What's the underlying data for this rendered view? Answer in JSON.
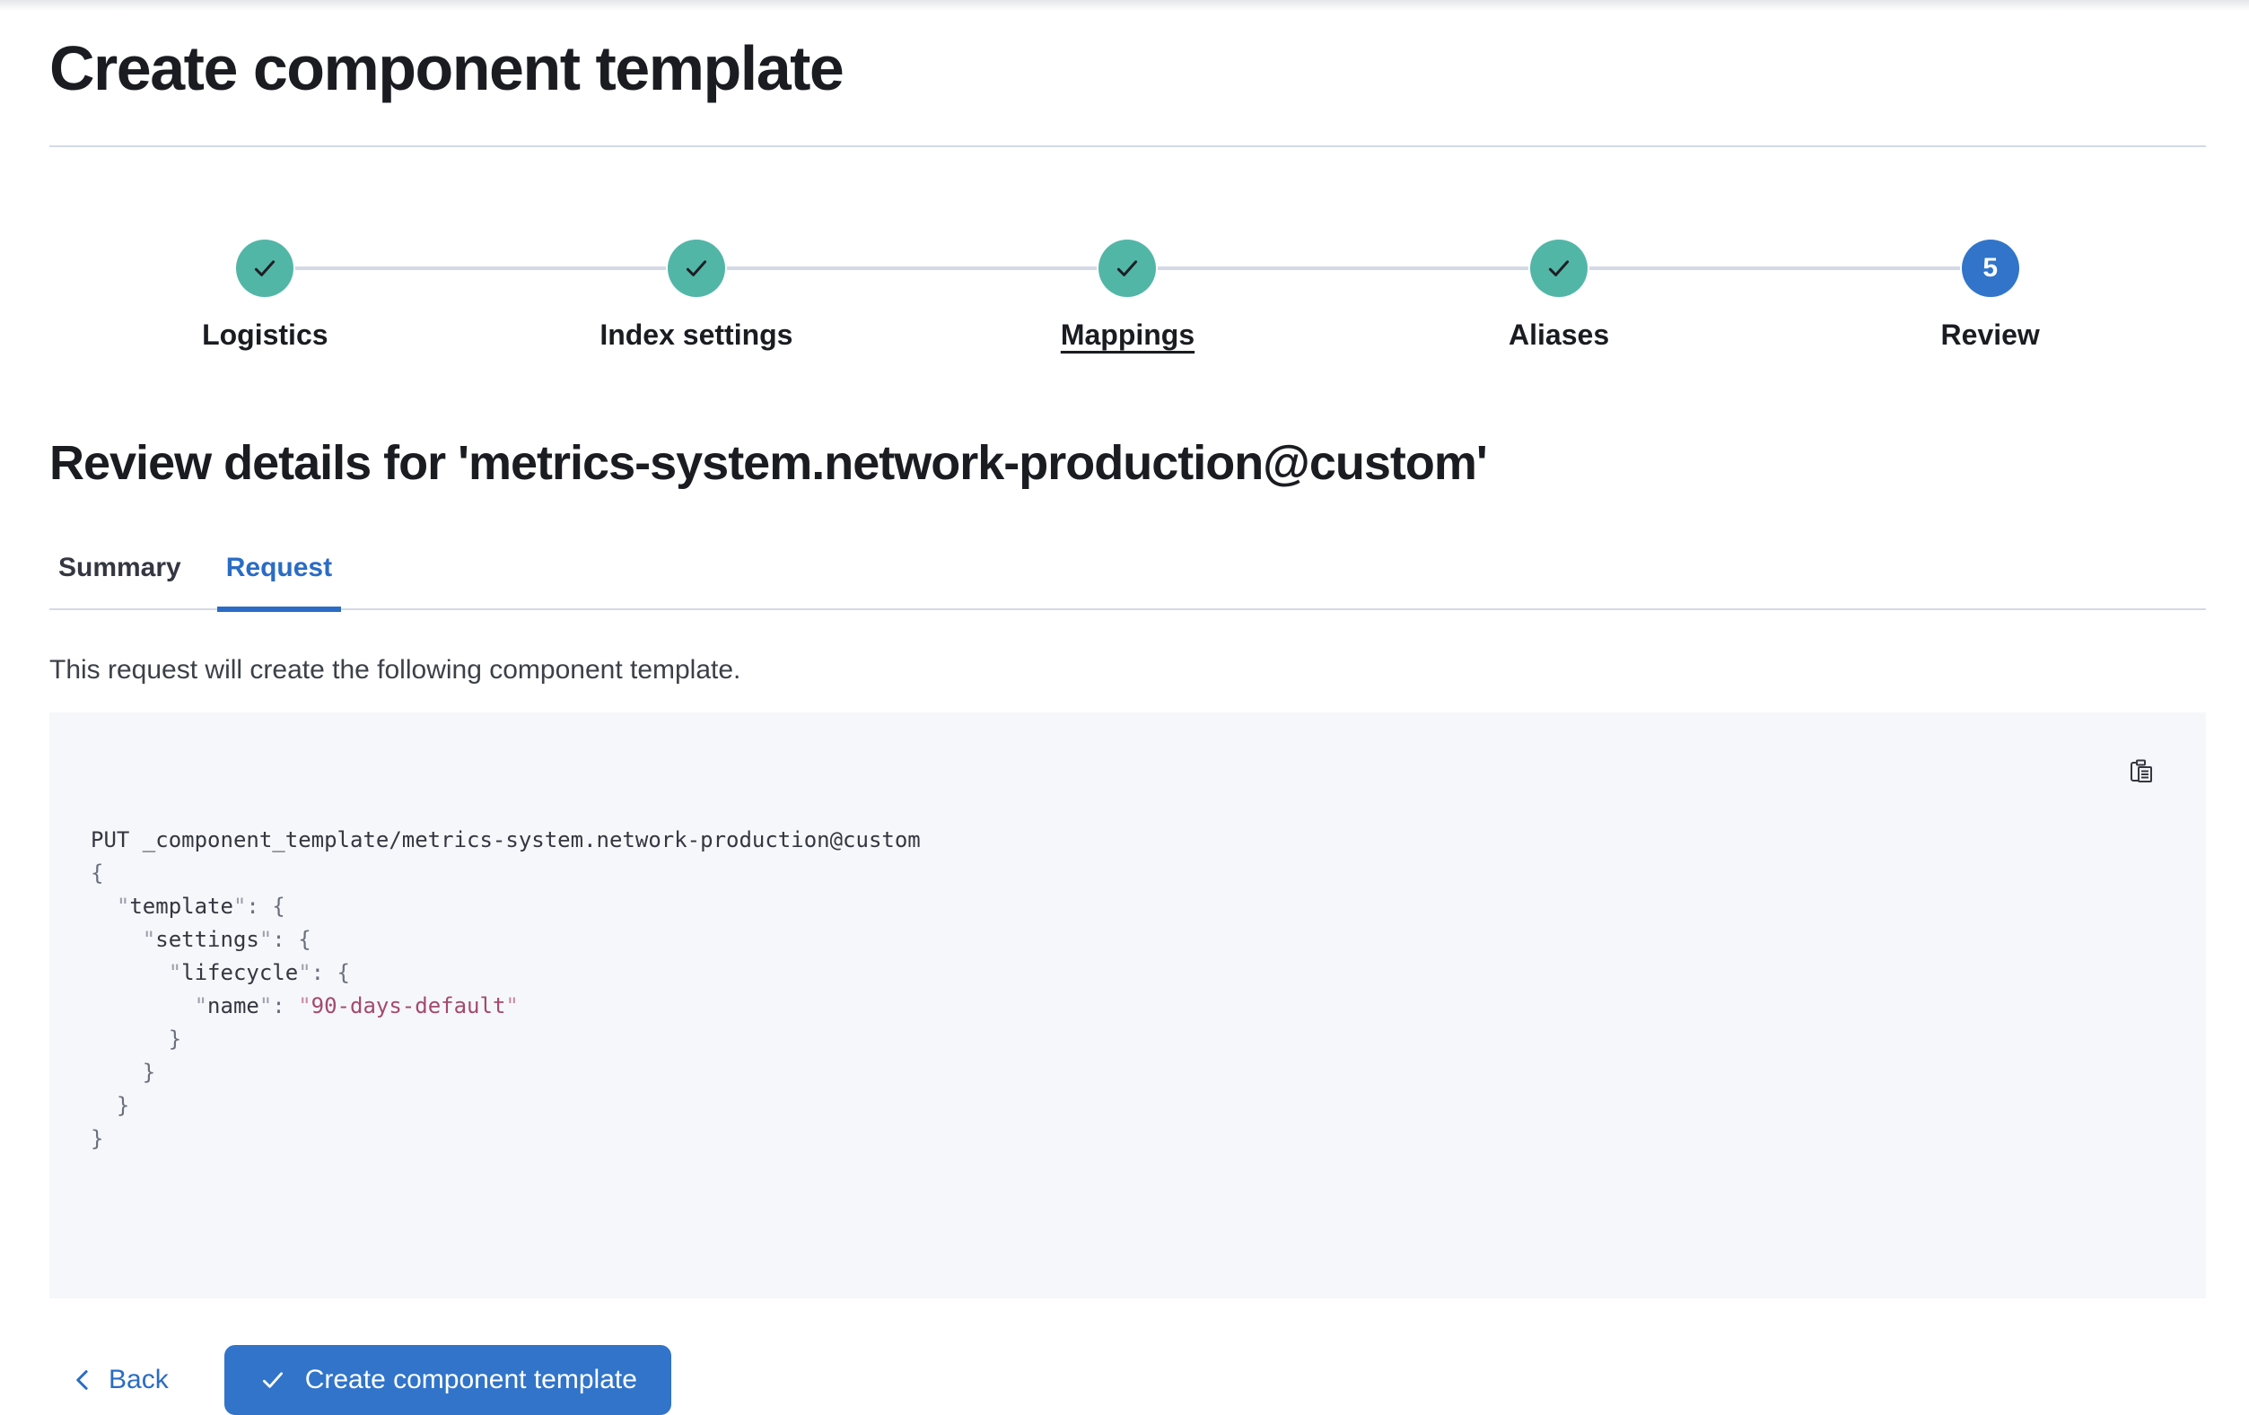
{
  "page": {
    "title": "Create component template"
  },
  "stepper": {
    "steps": [
      {
        "label": "Logistics",
        "status": "complete",
        "icon": "check-icon"
      },
      {
        "label": "Index settings",
        "status": "complete",
        "icon": "check-icon"
      },
      {
        "label": "Mappings",
        "status": "complete",
        "icon": "check-icon",
        "underlined": true
      },
      {
        "label": "Aliases",
        "status": "complete",
        "icon": "check-icon"
      },
      {
        "label": "Review",
        "status": "current",
        "number": "5"
      }
    ]
  },
  "review": {
    "heading": "Review details for 'metrics-system.network-production@custom'",
    "tabs": [
      {
        "label": "Summary",
        "active": false
      },
      {
        "label": "Request",
        "active": true
      }
    ],
    "description": "This request will create the following component template."
  },
  "code_block": {
    "copy_icon": "copy-clipboard-icon",
    "lines": [
      [
        {
          "c": "k",
          "t": "PUT _component_template/metrics-system.network-production@custom"
        }
      ],
      [
        {
          "c": "p",
          "t": "{"
        }
      ],
      [
        {
          "c": "k",
          "t": "  "
        },
        {
          "c": "q",
          "t": "\""
        },
        {
          "c": "k",
          "t": "template"
        },
        {
          "c": "q",
          "t": "\""
        },
        {
          "c": "p",
          "t": ": {"
        }
      ],
      [
        {
          "c": "k",
          "t": "    "
        },
        {
          "c": "q",
          "t": "\""
        },
        {
          "c": "k",
          "t": "settings"
        },
        {
          "c": "q",
          "t": "\""
        },
        {
          "c": "p",
          "t": ": {"
        }
      ],
      [
        {
          "c": "k",
          "t": "      "
        },
        {
          "c": "q",
          "t": "\""
        },
        {
          "c": "k",
          "t": "lifecycle"
        },
        {
          "c": "q",
          "t": "\""
        },
        {
          "c": "p",
          "t": ": {"
        }
      ],
      [
        {
          "c": "k",
          "t": "        "
        },
        {
          "c": "q",
          "t": "\""
        },
        {
          "c": "k",
          "t": "name"
        },
        {
          "c": "q",
          "t": "\""
        },
        {
          "c": "p",
          "t": ": "
        },
        {
          "c": "sq",
          "t": "\""
        },
        {
          "c": "s",
          "t": "90-days-default"
        },
        {
          "c": "sq",
          "t": "\""
        }
      ],
      [
        {
          "c": "p",
          "t": "      }"
        }
      ],
      [
        {
          "c": "p",
          "t": "    }"
        }
      ],
      [
        {
          "c": "p",
          "t": "  }"
        }
      ],
      [
        {
          "c": "p",
          "t": "}"
        }
      ]
    ]
  },
  "footer": {
    "back_label": "Back",
    "back_icon": "chevron-left-icon",
    "create_label": "Create component template",
    "create_icon": "check-icon"
  },
  "colors": {
    "accent_blue": "#3174c9",
    "link_blue": "#2a6cc5",
    "success_teal": "#52b6a7",
    "connector_gray": "#d3dae6",
    "code_background": "#f6f7fa",
    "code_string": "#a34a6e",
    "heading_text": "#1a1c21",
    "body_text": "#343741"
  }
}
